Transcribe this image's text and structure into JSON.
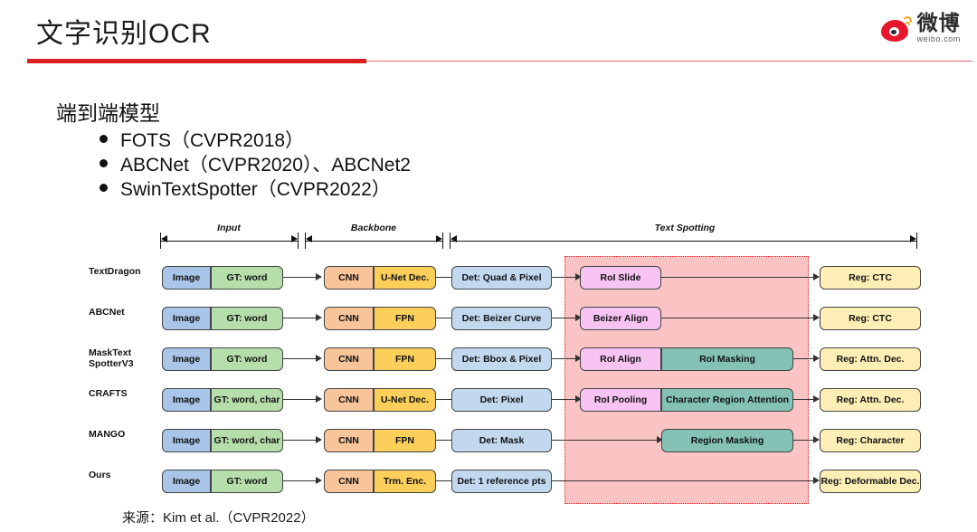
{
  "slide": {
    "title": "文字识别OCR",
    "accent_color": "#d91f20",
    "section_heading": "端到端模型",
    "bullets": [
      "FOTS（CVPR2018）",
      "ABCNet（CVPR2020）、ABCNet2",
      "SwinTextSpotter（CVPR2022）"
    ],
    "source_note": "来源：Kim et al.（CVPR2022）"
  },
  "brand": {
    "name_cn": "微博",
    "url": "weibo.com",
    "logo_red": "#e6162d",
    "logo_orange": "#f5a623"
  },
  "figure": {
    "phases": [
      {
        "label": "Input"
      },
      {
        "label": "Backbone"
      },
      {
        "label": "Text Spotting"
      }
    ],
    "colors": {
      "image": "#a9c5e8",
      "gt": "#b6deab",
      "cnn": "#f8c49a",
      "neck": "#fbcf59",
      "det": "#c2d8ef",
      "roi_pink": "#f7c3f2",
      "mask_teal": "#83c2b4",
      "reg": "#fdeeb5",
      "band": "#fac4c4",
      "band_border": "#e4242b"
    },
    "rows": [
      {
        "name": "TextDragon",
        "input": [
          "Image",
          "GT: word"
        ],
        "backbone": [
          "CNN",
          "U-Net Dec."
        ],
        "det": "Det: Quad & Pixel",
        "spotting": [
          "RoI Slide"
        ],
        "reg": "Reg: CTC"
      },
      {
        "name": "ABCNet",
        "input": [
          "Image",
          "GT: word"
        ],
        "backbone": [
          "CNN",
          "FPN"
        ],
        "det": "Det: Beizer Curve",
        "spotting": [
          "Beizer Align"
        ],
        "reg": "Reg: CTC"
      },
      {
        "name": "MaskText SpotterV3",
        "name_line1": "MaskText",
        "name_line2": "SpotterV3",
        "input": [
          "Image",
          "GT: word"
        ],
        "backbone": [
          "CNN",
          "FPN"
        ],
        "det": "Det: Bbox & Pixel",
        "spotting": [
          "RoI Align",
          "RoI Masking"
        ],
        "reg": "Reg: Attn. Dec."
      },
      {
        "name": "CRAFTS",
        "input": [
          "Image",
          "GT: word, char"
        ],
        "backbone": [
          "CNN",
          "U-Net Dec."
        ],
        "det": "Det: Pixel",
        "spotting": [
          "RoI Pooling",
          "Character Region Attention"
        ],
        "reg": "Reg: Attn. Dec."
      },
      {
        "name": "MANGO",
        "input": [
          "Image",
          "GT: word, char"
        ],
        "backbone": [
          "CNN",
          "FPN"
        ],
        "det": "Det: Mask",
        "spotting": [
          "Region Masking"
        ],
        "reg": "Reg: Character"
      },
      {
        "name": "Ours",
        "input": [
          "Image",
          "GT: word"
        ],
        "backbone": [
          "CNN",
          "Trm. Enc."
        ],
        "det": "Det: 1 reference pts",
        "spotting": [],
        "reg": "Reg: Deformable Dec."
      }
    ]
  }
}
